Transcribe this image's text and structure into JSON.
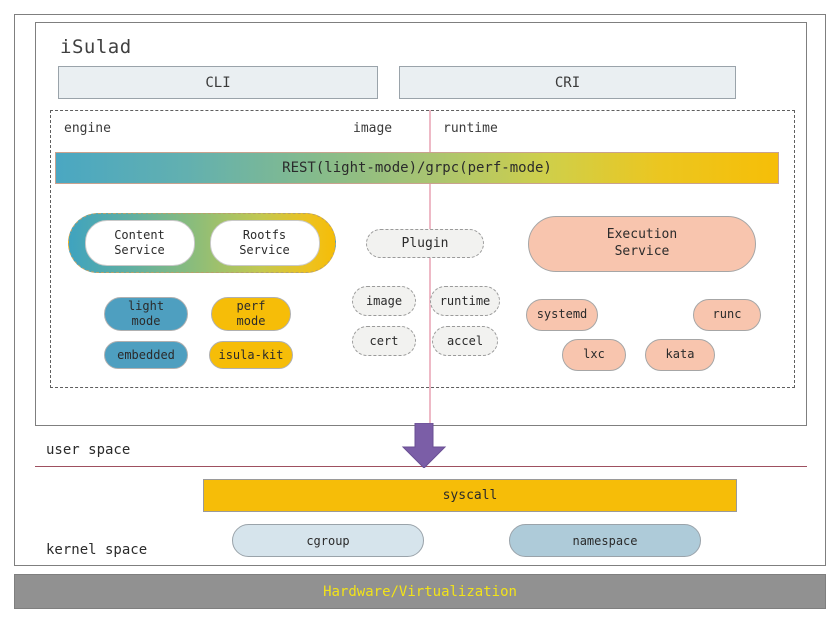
{
  "diagram": {
    "title": "iSulad",
    "interfaces": [
      {
        "name": "cli",
        "label": "CLI"
      },
      {
        "name": "cri",
        "label": "CRI"
      }
    ],
    "column_labels": [
      {
        "name": "engine",
        "label": "engine"
      },
      {
        "name": "image",
        "label": "image"
      },
      {
        "name": "runtime",
        "label": "runtime"
      }
    ],
    "api_bar": {
      "label": "REST(light-mode)/grpc(perf-mode)",
      "gradient_from": "#4aa7c2",
      "gradient_to": "#f6be07"
    },
    "engine_column": {
      "service_capsule": [
        {
          "name": "content-service",
          "label": "Content\nService"
        },
        {
          "name": "rootfs-service",
          "label": "Rootfs\nService"
        }
      ],
      "modes": [
        {
          "name": "light-mode",
          "label": "light\nmode",
          "color": "#4e9fc0"
        },
        {
          "name": "perf-mode",
          "label": "perf\nmode",
          "color": "#f6bd08"
        },
        {
          "name": "embedded",
          "label": "embedded",
          "color": "#4e9fc0"
        },
        {
          "name": "isula-kit",
          "label": "isula-kit",
          "color": "#f6bd08"
        }
      ]
    },
    "image_column": {
      "plugin": {
        "name": "plugin",
        "label": "Plugin"
      },
      "plugin_items": [
        {
          "name": "plugin-image",
          "label": "image"
        },
        {
          "name": "plugin-runtime",
          "label": "runtime"
        },
        {
          "name": "plugin-cert",
          "label": "cert"
        },
        {
          "name": "plugin-accel",
          "label": "accel"
        }
      ]
    },
    "runtime_column": {
      "execution_service": {
        "name": "execution-service",
        "label": "Execution\nService"
      },
      "runtimes": [
        {
          "name": "systemd",
          "label": "systemd"
        },
        {
          "name": "runc",
          "label": "runc"
        },
        {
          "name": "lxc",
          "label": "lxc"
        },
        {
          "name": "kata",
          "label": "kata"
        }
      ],
      "color": "#f8c5ae"
    },
    "spaces": {
      "user_space": "user space",
      "kernel_space": "kernel space",
      "divider_color": "#9e5060"
    },
    "arrow": {
      "name": "downward-arrow",
      "color": "#7b5ea7"
    },
    "syscall": {
      "label": "syscall",
      "color": "#f6bd08"
    },
    "kernel_items": [
      {
        "name": "cgroup",
        "label": "cgroup",
        "color": "#d6e4ec"
      },
      {
        "name": "namespace",
        "label": "namespace",
        "color": "#aecbd9"
      }
    ],
    "hardware": {
      "label": "Hardware/Virtualization",
      "background": "#919191",
      "text_color": "#f2e318"
    }
  }
}
